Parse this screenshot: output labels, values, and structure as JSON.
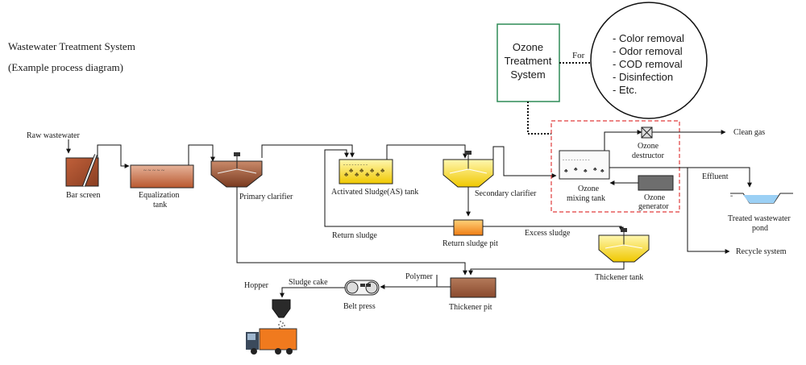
{
  "title": {
    "line1": "Wastewater Treatment System",
    "line2": "(Example process diagram)"
  },
  "ozone_system": {
    "label_lines": [
      "Ozone",
      "Treatment",
      "System"
    ],
    "for_label": "For",
    "uses": [
      "- Color removal",
      "- Odor removal",
      "- COD removal",
      "- Disinfection",
      "- Etc."
    ]
  },
  "inputs": {
    "raw_wastewater": "Raw wastewater"
  },
  "units": {
    "bar_screen": "Bar screen",
    "equalization_tank": [
      "Equalization",
      "tank"
    ],
    "primary_clarifier": "Primary clarifier",
    "as_tank": "Activated Sludge(AS) tank",
    "secondary_clarifier": "Secondary clarifier",
    "return_sludge_pit": "Return sludge pit",
    "thickener_tank": "Thickener tank",
    "thickener_pit": "Thickener pit",
    "belt_press": "Belt press",
    "hopper": "Hopper",
    "ozone_mixing_tank": [
      "Ozone",
      "mixing tank"
    ],
    "ozone_destructor": [
      "Ozone",
      "destructor"
    ],
    "ozone_generator": [
      "Ozone",
      "generator"
    ],
    "treated_pond": [
      "Treated wastewater",
      "pond"
    ]
  },
  "streams": {
    "return_sludge": "Return sludge",
    "excess_sludge": "Excess sludge",
    "polymer": "Polymer",
    "sludge_cake": "Sludge cake",
    "clean_gas": "Clean gas",
    "effluent": "Effluent",
    "recycle_system": "Recycle system"
  },
  "colors": {
    "ozone_box_border": "#2e8b57",
    "dashed_border": "#e03c3c",
    "brown_tank": "#a0522d",
    "yellow_tank": "#f5d21c",
    "pit_orange": "#f08a1c",
    "truck_orange": "#f07a1e",
    "truck_cab": "#3b4a5c"
  }
}
